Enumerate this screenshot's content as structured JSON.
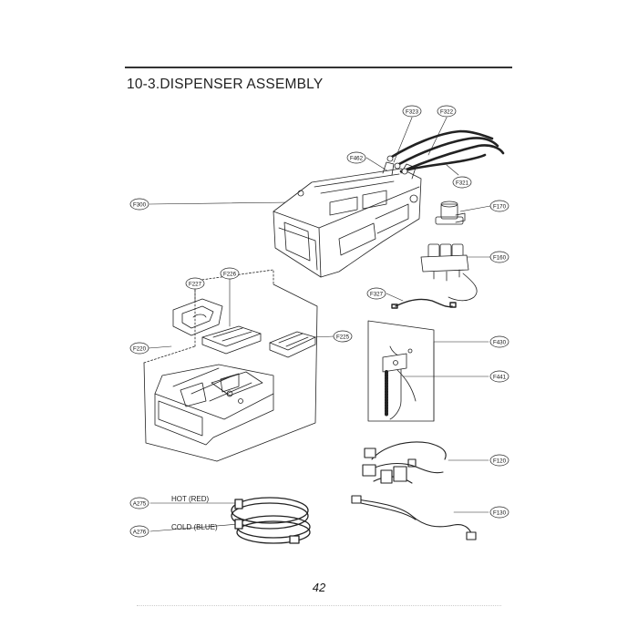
{
  "header": {
    "title": "10-3.DISPENSER ASSEMBLY"
  },
  "footer": {
    "page_number": "42"
  },
  "callouts": {
    "f323": "F323",
    "f322": "F322",
    "f462": "F462",
    "f321": "F321",
    "f300": "F300",
    "f170": "F170",
    "f160": "F160",
    "f327": "F327",
    "f227": "F227",
    "f226": "F226",
    "f220": "F220",
    "f225": "F225",
    "f430": "F430",
    "f441": "F441",
    "f120": "F120",
    "f130": "F130",
    "a275": "A275",
    "a276": "A276"
  },
  "hoses": {
    "hot_label": "HOT (RED)",
    "cold_label": "COLD (BLUE)"
  }
}
